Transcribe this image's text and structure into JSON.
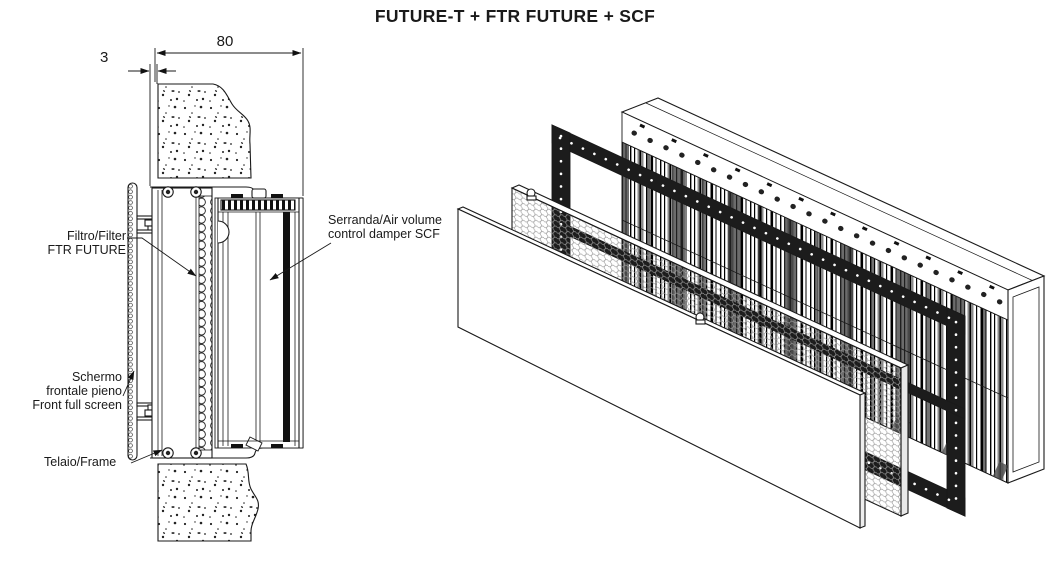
{
  "title": "FUTURE-T + FTR FUTURE + SCF",
  "dimensions": {
    "overall_depth_mm": "80",
    "front_gap_mm": "3"
  },
  "labels": {
    "filter": {
      "line1": "Filtro/Filter",
      "line2": "FTR FUTURE"
    },
    "damper": {
      "line1": "Serranda/Air volume",
      "line2": "control damper SCF"
    },
    "front_screen": {
      "line1": "Schermo",
      "line2": "frontale pieno",
      "line3": "Front full screen"
    },
    "frame": {
      "line1": "Telaio/Frame"
    }
  },
  "colors": {
    "background": "#ffffff",
    "line": "#1a1a1a",
    "dark_frame_fill": "#1c1c1c",
    "honeycomb_stroke": "#9a9a9a"
  }
}
